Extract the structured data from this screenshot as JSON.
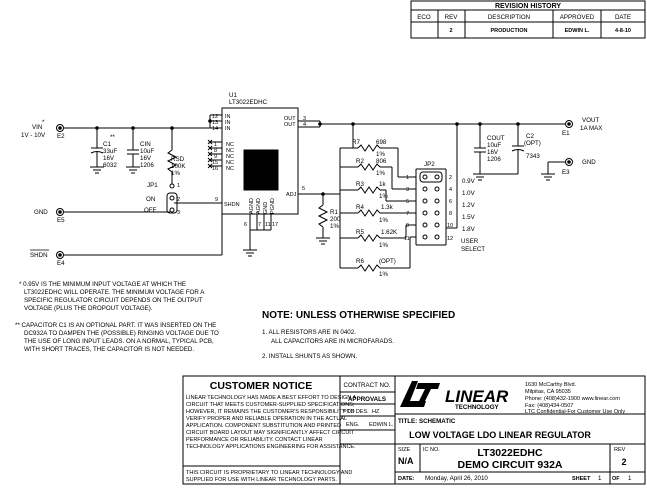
{
  "revision": {
    "title": "REVISION HISTORY",
    "headers": [
      "ECO",
      "REV",
      "DESCRIPTION",
      "APPROVED",
      "DATE"
    ],
    "row": [
      "",
      "2",
      "PRODUCTION",
      "EDWIN L.",
      "4-8-10"
    ]
  },
  "schematic": {
    "u1": {
      "ref": "U1",
      "part": "LT3022EDHC",
      "pins_in": [
        "12",
        "13",
        "14"
      ],
      "labels_in": [
        "IN",
        "IN",
        "IN"
      ],
      "pins_nc": [
        "1",
        "8",
        "9",
        "10",
        "15",
        "16"
      ],
      "labels_nc": [
        "NC",
        "NC",
        "NC",
        "NC",
        "NC"
      ],
      "pins_out": [
        "3",
        "4"
      ],
      "labels_out": [
        "OUT",
        "OUT"
      ],
      "adj_pin": "5",
      "adj_label": "ADJ",
      "shdn_pin": "9",
      "shdn_label": "SHDN",
      "gnd_pins": [
        "6",
        "7",
        "11",
        "17"
      ],
      "gnd_labels": [
        "AGND",
        "AGND",
        "GND",
        "PGND"
      ]
    },
    "vin": {
      "label": "VIN",
      "star": "*",
      "range": "1V - 10V",
      "node": "E2"
    },
    "c1": {
      "ref": "C1",
      "marks": "**",
      "value": "33uF",
      "voltage": "16V",
      "size": "6032"
    },
    "cin": {
      "ref": "CIN",
      "value": "10uF",
      "voltage": "16V",
      "size": "1206"
    },
    "rsd": {
      "ref": "RSD",
      "value": "100K",
      "tol": "1%"
    },
    "jp1": {
      "ref": "JP1",
      "on": "ON",
      "off": "OFF",
      "pins": [
        "1",
        "2",
        "3"
      ]
    },
    "gnd_left": {
      "label": "GND",
      "node": "E5"
    },
    "shdn": {
      "label": "SHDN",
      "node": "E4"
    },
    "r1": {
      "ref": "R1",
      "value": "200",
      "tol": "1%"
    },
    "vout": {
      "label": "VOUT",
      "current": "1A MAX",
      "node": "E1"
    },
    "cout": {
      "ref": "COUT",
      "value": "10uF",
      "voltage": "16V",
      "size": "1206"
    },
    "c2": {
      "ref": "C2",
      "opt": "(OPT)",
      "size": "7343"
    },
    "gnd_right": {
      "label": "GND",
      "node": "E3"
    },
    "resistors": [
      {
        "ref": "R7",
        "value": "698",
        "tol": "1%"
      },
      {
        "ref": "R2",
        "value": "806",
        "tol": "1%"
      },
      {
        "ref": "R3",
        "value": "1k",
        "tol": "1%"
      },
      {
        "ref": "R4",
        "value": "1.3k",
        "tol": "1%"
      },
      {
        "ref": "R5",
        "value": "1.62K",
        "tol": "1%"
      },
      {
        "ref": "R6",
        "value": "(OPT)",
        "tol": "1%"
      }
    ],
    "jp2": {
      "ref": "JP2",
      "left_pins": [
        "1",
        "3",
        "5",
        "7",
        "9",
        "11"
      ],
      "right_pins": [
        "2",
        "4",
        "6",
        "8",
        "10",
        "12"
      ],
      "voltages": [
        "0.9V",
        "1.0V",
        "1.2V",
        "1.5V",
        "1.8V",
        ""
      ],
      "select_label": [
        "USER",
        "SELECT"
      ]
    }
  },
  "notes": {
    "star_note": [
      "* 0.95V IS THE MINIMUM INPUT VOLTAGE AT WHICH THE",
      "LT3022EDHC WILL OPERATE. THE MINIMUM VOLTAGE FOR A",
      "SPECIFIC REGULATOR CIRCUIT DEPENDS  ON THE OUTPUT",
      "VOLTAGE (PLUS THE DROPOUT VOLTAGE)."
    ],
    "cap_note": [
      "** CAPACITOR C1 IS AN OPTIONAL PART.  IT WAS INSERTED ON THE",
      "DC932A TO DAMPEN THE (POSSIBLE) RINGING VOLTAGE DUE TO",
      "THE USE OF LONG INPUT LEADS. ON A NORMAL, TYPICAL PCB,",
      "WITH SHORT TRACES, THE CAPACITOR IS NOT NEEDED."
    ],
    "unless_title": "NOTE: UNLESS OTHERWISE SPECIFIED",
    "unless_items": [
      "1.  ALL RESISTORS ARE IN 0402.",
      "ALL CAPACITORS ARE IN MICROFARADS.",
      "2.  INSTALL SHUNTS AS SHOWN."
    ]
  },
  "title_block": {
    "customer_notice_title": "CUSTOMER NOTICE",
    "customer_notice_body": [
      "LINEAR TECHNOLOGY HAS MADE A BEST EFFORT TO DESIGN A",
      "CIRCUIT THAT MEETS CUSTOMER-SUPPLIED SPECIFICATIONS;",
      "HOWEVER, IT REMAINS THE CUSTOMER'S RESPONSIBILITY TO",
      "VERIFY PROPER AND RELIABLE OPERATION IN THE ACTUAL",
      "APPLICATION.  COMPONENT SUBSTITUTION AND PRINTED",
      "CIRCUIT BOARD LAYOUT MAY SIGNIFICANTLY AFFECT CIRCUIT",
      "PERFORMANCE OR RELIABILITY.  CONTACT LINEAR",
      "TECHNOLOGY APPLICATIONS ENGINEERING FOR ASSISTANCE."
    ],
    "proprietary": [
      "THIS CIRCUIT IS PROPRIETARY TO LINEAR TECHNOLOGY AND",
      "SUPPLIED FOR USE WITH LINEAR TECHNOLOGY PARTS."
    ],
    "contract_no": "CONTRACT NO.",
    "approvals": "APPROVALS",
    "pcb_des": "PCB DES.",
    "pcb_des_value": "HZ",
    "eng": "ENG.",
    "eng_value": "EDWIN L.",
    "company_logo": "LINEAR",
    "company_sub": "TECHNOLOGY",
    "address": [
      "1630 McCarthy Blvd.",
      "Milpitas, CA 95035",
      "Phone: (408)432-1900  www.linear.com",
      "Fax: (408)434-0507",
      "LTC Confidential-For Customer Use Only"
    ],
    "title_label": "TITLE: SCHEMATIC",
    "title_value": "LOW VOLTAGE LDO LINEAR REGULATOR",
    "size_label": "SIZE",
    "size_value": "N/A",
    "ic_no_label": "IC NO.",
    "ic_no_value": "LT3022EDHC",
    "demo": "DEMO CIRCUIT 932A",
    "rev_label": "REV",
    "rev_value": "2",
    "date_label": "DATE:",
    "date_value": "Monday, April 26, 2010",
    "sheet_label": "SHEET",
    "sheet_value": "1",
    "of_label": "OF",
    "of_value": "1"
  }
}
